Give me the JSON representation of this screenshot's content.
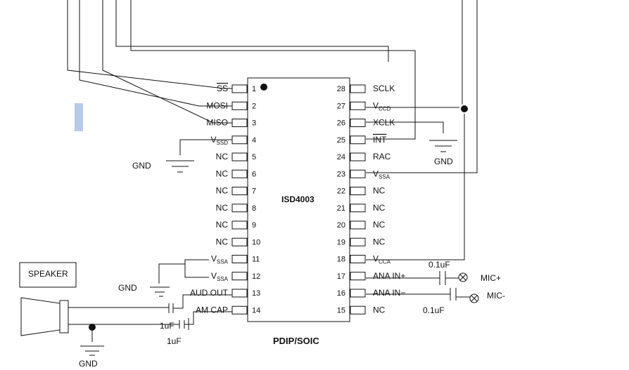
{
  "chip": {
    "name": "ISD4003",
    "package": "PDIP/SOIC",
    "left_pins": [
      {
        "num": "1",
        "name": "SS",
        "overline": true
      },
      {
        "num": "2",
        "name": "MOSI"
      },
      {
        "num": "3",
        "name": "MISO"
      },
      {
        "num": "4",
        "name": "V",
        "sub": "SSD"
      },
      {
        "num": "5",
        "name": "NC"
      },
      {
        "num": "6",
        "name": "NC"
      },
      {
        "num": "7",
        "name": "NC"
      },
      {
        "num": "8",
        "name": "NC"
      },
      {
        "num": "9",
        "name": "NC"
      },
      {
        "num": "10",
        "name": "NC"
      },
      {
        "num": "11",
        "name": "V",
        "sub": "SSA"
      },
      {
        "num": "12",
        "name": "V",
        "sub": "SSA"
      },
      {
        "num": "13",
        "name": "AUD OUT"
      },
      {
        "num": "14",
        "name": "AM CAP"
      }
    ],
    "right_pins": [
      {
        "num": "28",
        "name": "SCLK"
      },
      {
        "num": "27",
        "name": "V",
        "sub": "CCD"
      },
      {
        "num": "26",
        "name": "XCLK"
      },
      {
        "num": "25",
        "name": "INT",
        "overline": true
      },
      {
        "num": "24",
        "name": "RAC"
      },
      {
        "num": "23",
        "name": "V",
        "sub": "SSA"
      },
      {
        "num": "22",
        "name": "NC"
      },
      {
        "num": "21",
        "name": "NC"
      },
      {
        "num": "20",
        "name": "NC"
      },
      {
        "num": "19",
        "name": "NC"
      },
      {
        "num": "18",
        "name": "V",
        "sub": "CCA"
      },
      {
        "num": "17",
        "name": "ANA IN+"
      },
      {
        "num": "16",
        "name": "ANA IN−"
      },
      {
        "num": "15",
        "name": "NC"
      }
    ]
  },
  "labels": {
    "gnd": "GND",
    "speaker": "SPEAKER",
    "cap_mic_plus": "0.1uF",
    "cap_mic_minus": "0.1uF",
    "mic_plus": "MIC+",
    "mic_minus": "MIC-",
    "cap_amcap_inline": "1uF",
    "cap_amcap_below": "1uF"
  },
  "colors": {
    "line": "#111111",
    "marker": "#b8c9e8"
  }
}
